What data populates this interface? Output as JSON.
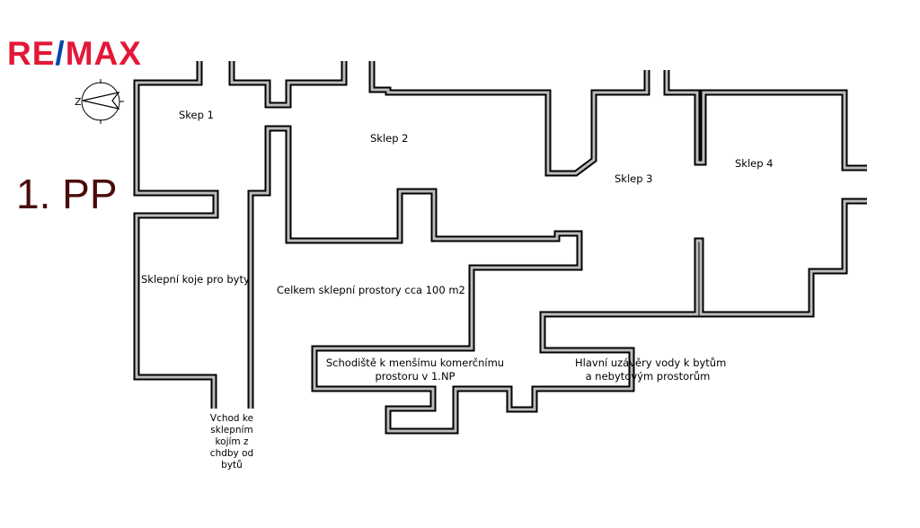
{
  "logo": {
    "part1": "RE",
    "slash": "/",
    "part2": "MAX"
  },
  "level": "1. PP",
  "compass": {
    "letter": "Z"
  },
  "rooms": {
    "skep1": "Skep 1",
    "sklep2": "Sklep 2",
    "sklep3": "Sklep 3",
    "sklep4": "Sklep 4",
    "koje": "Sklepní koje pro byty",
    "celkem": "Celkem sklepní prostory cca 100 m2",
    "schodiste": [
      "Schodiště k menšímu komerčnímu",
      "prostoru v 1.NP"
    ],
    "uzavery": [
      "Hlavní uzávěry vody k bytům",
      "a nebytovým prostorům"
    ],
    "vchod": [
      "Vchod ke",
      "sklepním",
      "kojím z",
      "chdby od",
      "bytů"
    ]
  },
  "colors": {
    "logo_red": "#e31837",
    "logo_blue": "#0047ab",
    "level": "#4a0a0a"
  }
}
